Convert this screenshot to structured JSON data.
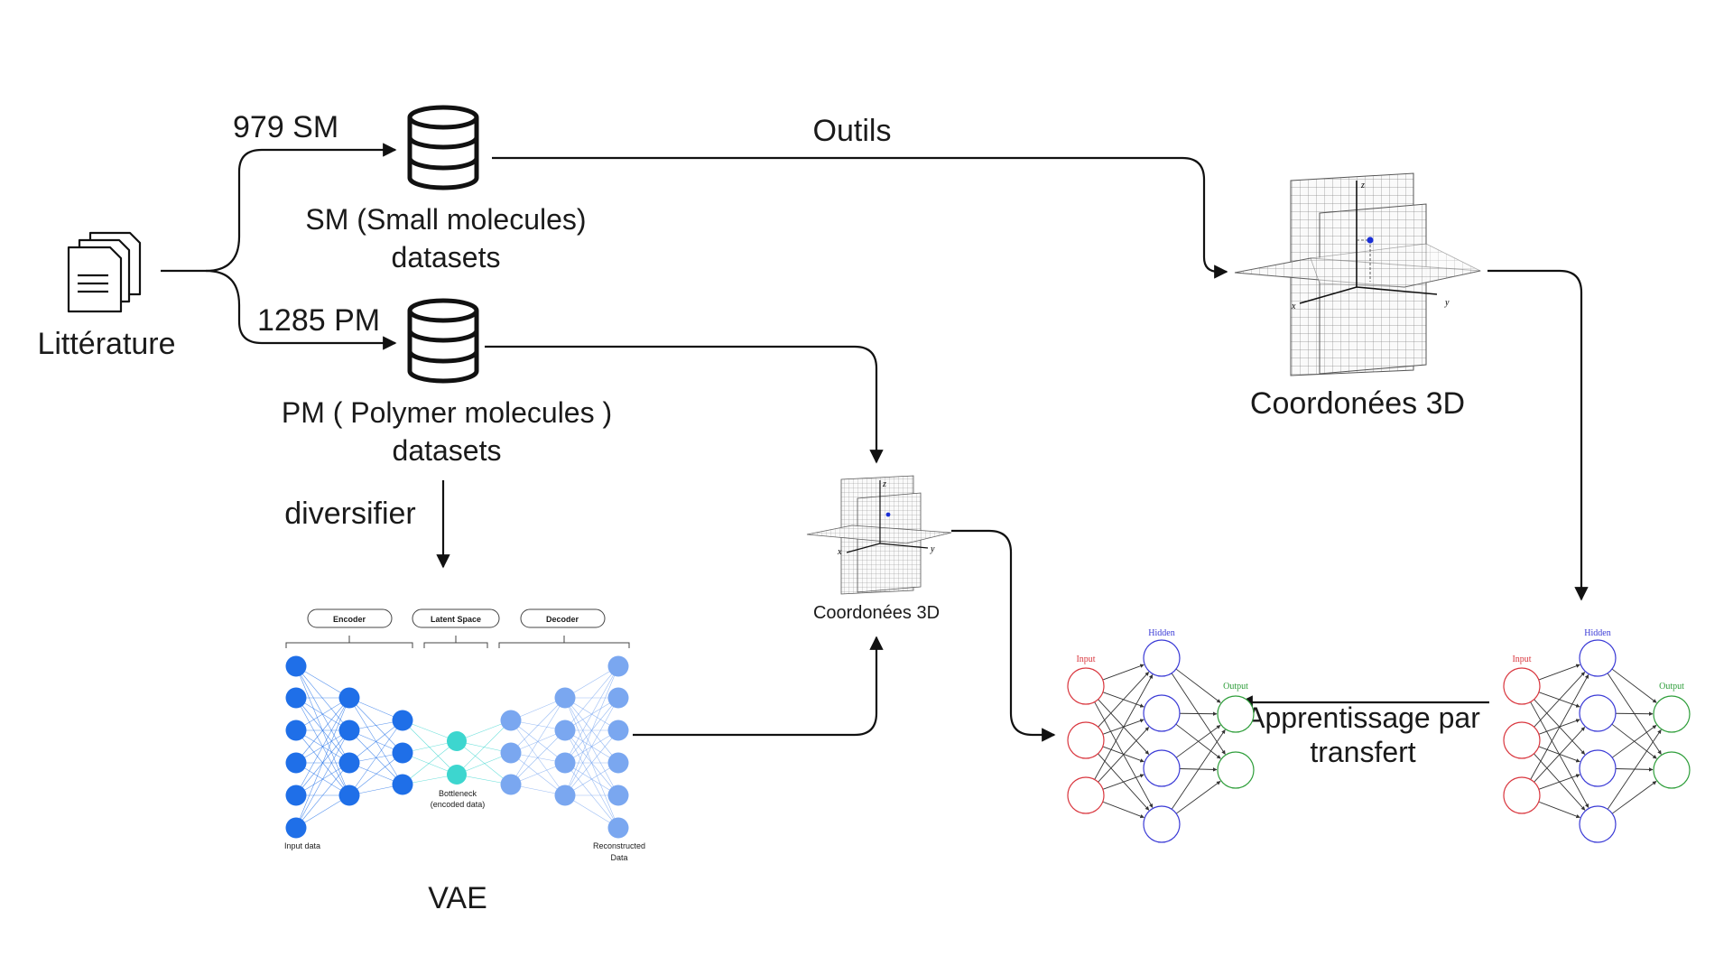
{
  "source": {
    "label": "Littérature",
    "icon": "documents-icon"
  },
  "sm": {
    "count_label": "979 SM",
    "name_line1": "SM (Small molecules)",
    "name_line2": "datasets",
    "icon": "database-icon"
  },
  "pm": {
    "count_label": "1285 PM",
    "name_line1": "PM ( Polymer molecules )",
    "name_line2": "datasets",
    "icon": "database-icon"
  },
  "tools_label": "Outils",
  "diversify_label": "diversifier",
  "coords_large": {
    "label": "Coordonées 3D",
    "axes": [
      "x",
      "y",
      "z"
    ]
  },
  "coords_small": {
    "label": "Coordonées 3D",
    "axes": [
      "x",
      "y",
      "z"
    ]
  },
  "vae": {
    "label": "VAE",
    "sections": [
      "Encoder",
      "Latent Space",
      "Decoder"
    ],
    "input_label": "Input data",
    "bottleneck_line1": "Bottleneck",
    "bottleneck_line2": "(encoded data)",
    "output_line1": "Reconstructed",
    "output_line2": "Data",
    "colors": {
      "encoder": "#1f6fe8",
      "latent": "#3dd6cf",
      "decoder": "#7aa7f0"
    }
  },
  "nn": {
    "input_label": "Input",
    "hidden_label": "Hidden",
    "output_label": "Output",
    "colors": {
      "input": "#d9363e",
      "hidden": "#3a3ad6",
      "output": "#2e9e3a"
    }
  },
  "transfer_line1": "Apprentissage par",
  "transfer_line2": "transfert"
}
